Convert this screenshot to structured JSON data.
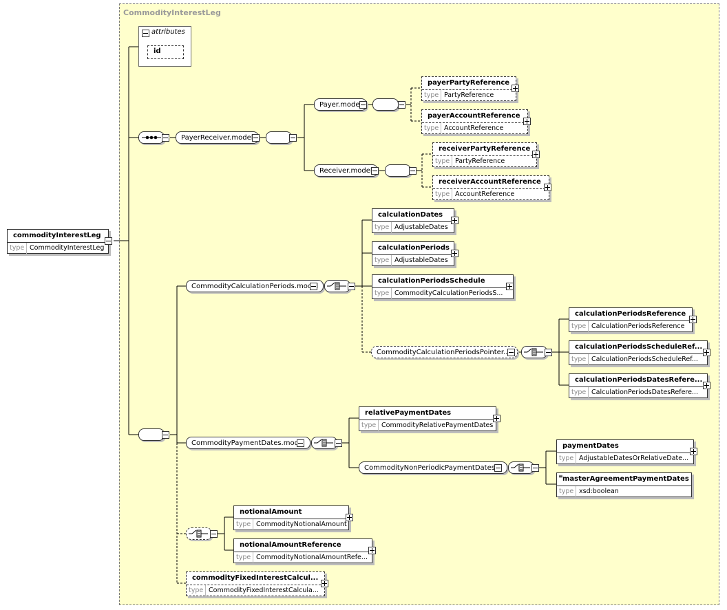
{
  "container": {
    "title": "CommodityInterestLeg"
  },
  "attributes": {
    "title": "attributes",
    "items": [
      "id"
    ]
  },
  "root": {
    "name": "commodityInterestLeg",
    "type_label": "type",
    "type": "CommodityInterestLeg"
  },
  "groups": {
    "payer_receiver": "PayerReceiver.model",
    "payer": "Payer.model",
    "receiver": "Receiver.model",
    "calc_periods": "CommodityCalculationPeriods.model",
    "calc_periods_pointer": "CommodityCalculationPeriodsPointer....",
    "payment_dates": "CommodityPaymentDates.model",
    "non_periodic": "CommodityNonPeriodicPaymentDates..."
  },
  "elements": {
    "payer_party": {
      "name": "payerPartyReference",
      "type_label": "type",
      "type": "PartyReference"
    },
    "payer_account": {
      "name": "payerAccountReference",
      "type_label": "type",
      "type": "AccountReference"
    },
    "receiver_party": {
      "name": "receiverPartyReference",
      "type_label": "type",
      "type": "PartyReference"
    },
    "receiver_account": {
      "name": "receiverAccountReference",
      "type_label": "type",
      "type": "AccountReference"
    },
    "calculation_dates": {
      "name": "calculationDates",
      "type_label": "type",
      "type": "AdjustableDates"
    },
    "calculation_periods": {
      "name": "calculationPeriods",
      "type_label": "type",
      "type": "AdjustableDates"
    },
    "calculation_periods_schedule": {
      "name": "calculationPeriodsSchedule",
      "type_label": "type",
      "type": "CommodityCalculationPeriodsS..."
    },
    "calc_periods_reference": {
      "name": "calculationPeriodsReference",
      "type_label": "type",
      "type": "CalculationPeriodsReference"
    },
    "calc_periods_schedule_ref": {
      "name": "calculationPeriodsScheduleRef...",
      "type_label": "type",
      "type": "CalculationPeriodsScheduleRef..."
    },
    "calc_periods_dates_ref": {
      "name": "calculationPeriodsDatesRefere...",
      "type_label": "type",
      "type": "CalculationPeriodsDatesRefere..."
    },
    "relative_payment_dates": {
      "name": "relativePaymentDates",
      "type_label": "type",
      "type": "CommodityRelativePaymentDates"
    },
    "payment_dates": {
      "name": "paymentDates",
      "type_label": "type",
      "type": "AdjustableDatesOrRelativeDate..."
    },
    "master_agreement_payment_dates": {
      "name": "masterAgreementPaymentDates",
      "type_label": "type",
      "type": "xsd:boolean"
    },
    "notional_amount": {
      "name": "notionalAmount",
      "type_label": "type",
      "type": "CommodityNotionalAmount"
    },
    "notional_amount_reference": {
      "name": "notionalAmountReference",
      "type_label": "type",
      "type": "CommodityNotionalAmountRefe..."
    },
    "fixed_interest_calc": {
      "name": "commodityFixedInterestCalcul...",
      "type_label": "type",
      "type": "CommodityFixedInterestCalcula..."
    }
  }
}
